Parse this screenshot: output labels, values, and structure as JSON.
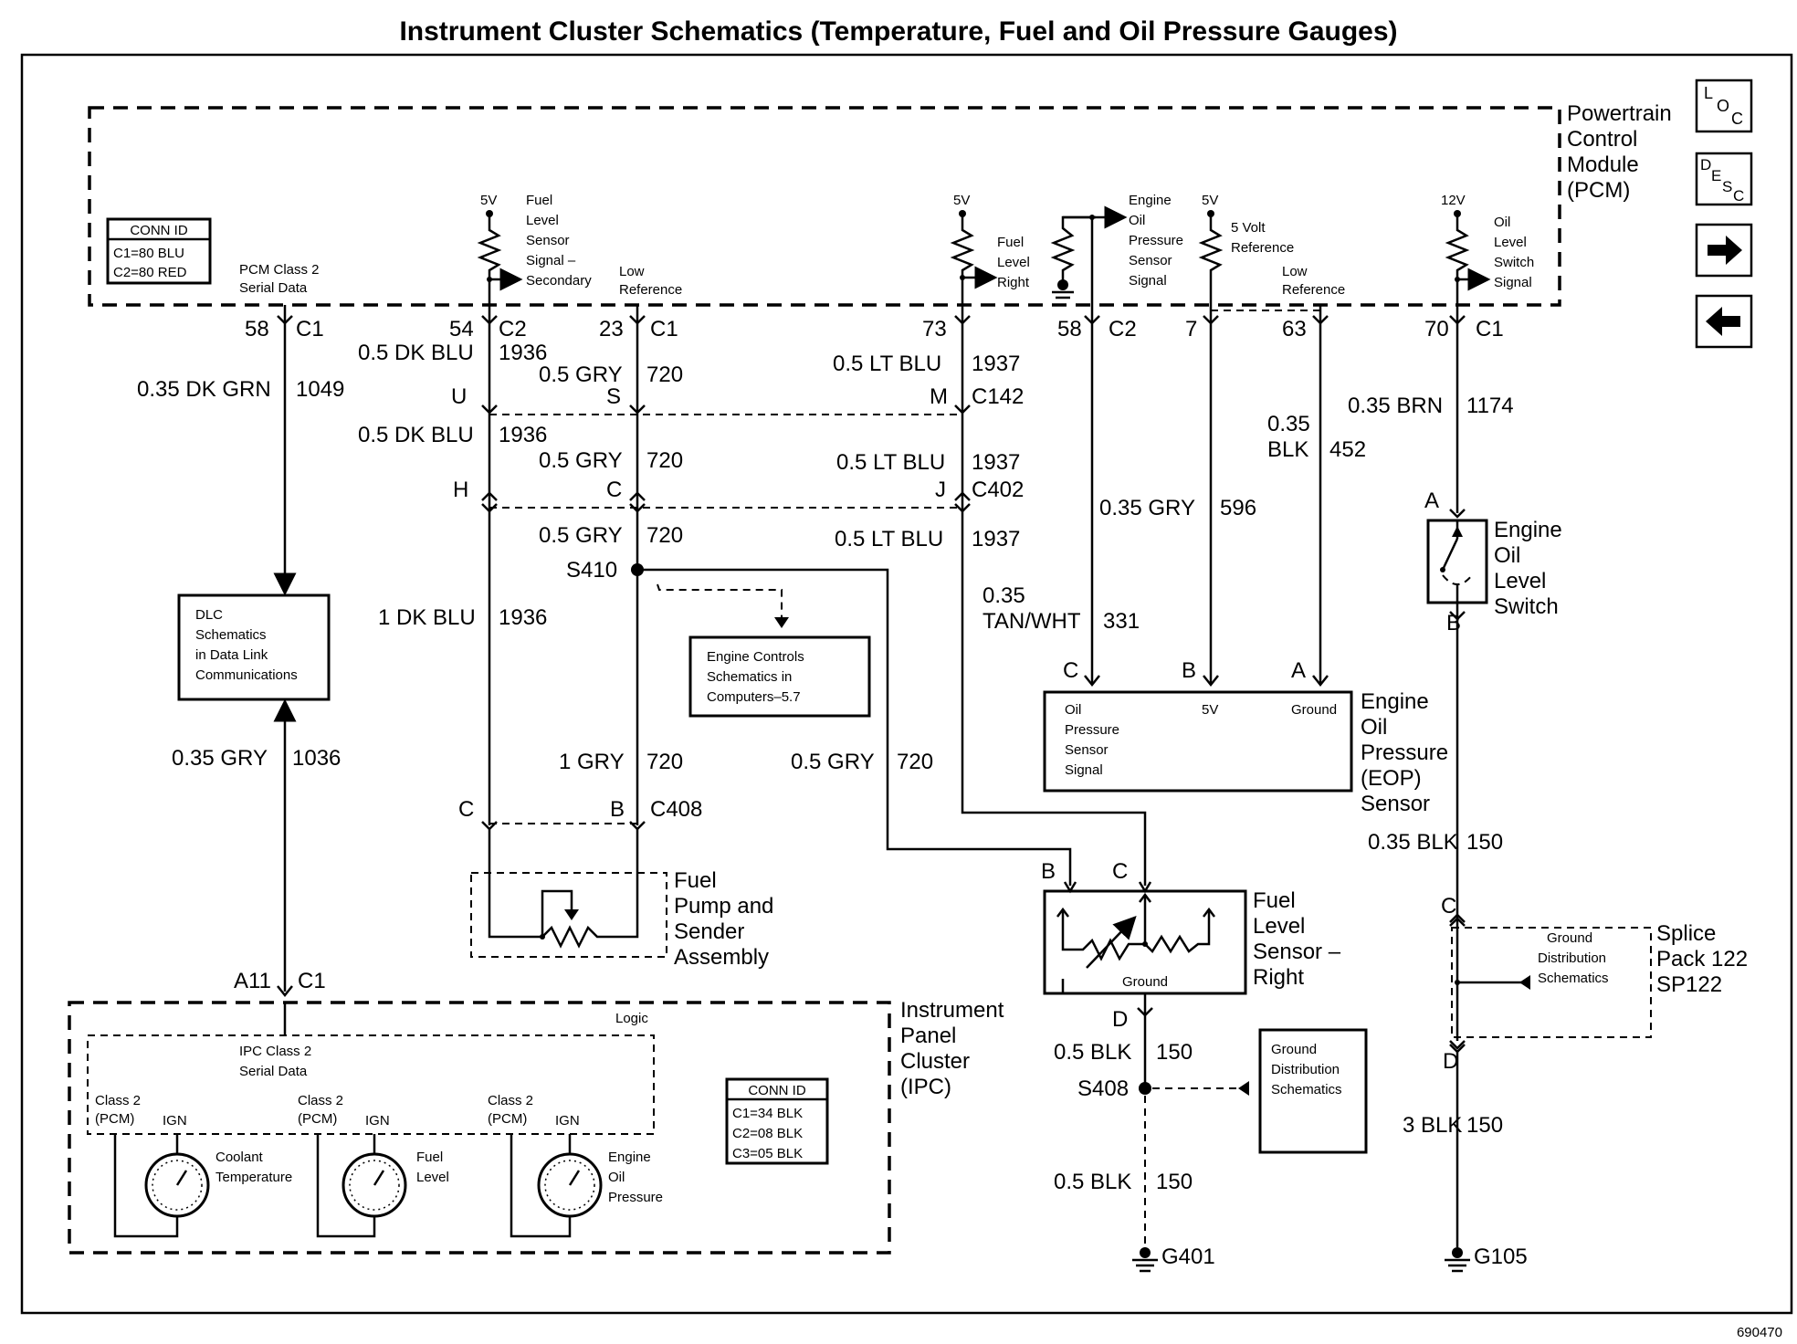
{
  "title": "Instrument Cluster Schematics (Temperature, Fuel and Oil Pressure Gauges)",
  "figure_id": "690470",
  "nav": {
    "loc": [
      "L",
      "O",
      "C"
    ],
    "desc": [
      "D",
      "E",
      "S",
      "C"
    ]
  },
  "pcm": {
    "name": [
      "Powertrain",
      "Control",
      "Module",
      "(PCM)"
    ],
    "conn_id": {
      "header": "CONN ID",
      "rows": [
        "C1=80 BLU",
        "C2=80 RED"
      ]
    },
    "serial_data": [
      "PCM Class 2",
      "Serial Data"
    ],
    "fuel_secondary": [
      "Fuel",
      "Level",
      "Sensor",
      "Signal –",
      "Secondary"
    ],
    "low_ref1": [
      "Low",
      "Reference"
    ],
    "fuel_right": [
      "Fuel",
      "Level",
      "Right"
    ],
    "eop_signal": [
      "Engine",
      "Oil",
      "Pressure",
      "Sensor",
      "Signal"
    ],
    "five_volt_ref": [
      "5 Volt",
      "Reference"
    ],
    "low_ref2": [
      "Low",
      "Reference"
    ],
    "oil_switch_signal": [
      "Oil",
      "Level",
      "Switch",
      "Signal"
    ],
    "v5a": "5V",
    "v5b": "5V",
    "v5c": "5V",
    "v12": "12V"
  },
  "pins": {
    "p58": "58",
    "p58c": "C1",
    "p54": "54",
    "p54c": "C2",
    "p23": "23",
    "p23c": "C1",
    "p73": "73",
    "p58b": "58",
    "p58bc": "C2",
    "p7": "7",
    "p63": "63",
    "p70": "70",
    "p70c": "C1"
  },
  "wires": {
    "w1049c": "0.35 DK GRN",
    "w1049n": "1049",
    "w1036c": "0.35 GRY",
    "w1036n": "1036",
    "w1936ac": "0.5 DK BLU",
    "w1936an": "1936",
    "w1936bc": "0.5 DK BLU",
    "w1936bn": "1936",
    "w1936cc": "1 DK BLU",
    "w1936cn": "1936",
    "w720ac": "0.5 GRY",
    "w720an": "720",
    "w720bc": "0.5 GRY",
    "w720bn": "720",
    "w720cc": "0.5 GRY",
    "w720cn": "720",
    "w720dc": "1 GRY",
    "w720dn": "720",
    "w720ec": "0.5 GRY",
    "w720en": "720",
    "w1937ac": "0.5 LT BLU",
    "w1937an": "1937",
    "w1937bc": "0.5 LT BLU",
    "w1937bn": "1937",
    "w1937cc": "0.5 LT BLU",
    "w1937cn": "1937",
    "w331c1": "0.35",
    "w331c2": "TAN/WHT",
    "w331n": "331",
    "w596c": "0.35 GRY",
    "w596n": "596",
    "w452c1": "0.35",
    "w452c2": "BLK",
    "w452n": "452",
    "w1174c": "0.35 BRN",
    "w1174n": "1174",
    "w150ac": "0.35 BLK",
    "w150an": "150",
    "w150bc": "0.5 BLK",
    "w150bn": "150",
    "w150cc": "0.5 BLK",
    "w150cn": "150",
    "w150dc": "3 BLK",
    "w150dn": "150"
  },
  "connectors": {
    "U": "U",
    "S": "S",
    "M": "M",
    "C142": "C142",
    "H": "H",
    "C": "C",
    "J": "J",
    "C402": "C402",
    "C408a": "C",
    "C408b": "B",
    "C408": "C408",
    "A11": "A11",
    "A11c": "C1",
    "eopC": "C",
    "eopB": "B",
    "eopA": "A",
    "flB": "B",
    "flC": "C",
    "flD": "D",
    "swA": "A",
    "swB": "B",
    "spC": "C",
    "spD": "D"
  },
  "splices": {
    "s410": "S410",
    "s408": "S408"
  },
  "grounds": {
    "g401": "G401",
    "g105": "G105"
  },
  "dlc": [
    "DLC",
    "Schematics",
    "in Data Link",
    "Communications"
  ],
  "engine_controls": [
    "Engine Controls",
    "Schematics in",
    "Computers–5.7"
  ],
  "fuel_pump": [
    "Fuel",
    "Pump and",
    "Sender",
    "Assembly"
  ],
  "eop_sensor": {
    "name": [
      "Engine",
      "Oil",
      "Pressure",
      "(EOP)",
      "Sensor"
    ],
    "pin_c": [
      "Oil",
      "Pressure",
      "Sensor",
      "Signal"
    ],
    "pin_b": "5V",
    "pin_a": "Ground"
  },
  "oil_switch": [
    "Engine",
    "Oil",
    "Level",
    "Switch"
  ],
  "fuel_level_sensor": {
    "name": [
      "Fuel",
      "Level",
      "Sensor –",
      "Right"
    ],
    "ground": "Ground"
  },
  "gnd_dist1": [
    "Ground",
    "Distribution",
    "Schematics"
  ],
  "splice_pack": {
    "name": [
      "Splice",
      "Pack 122",
      "SP122"
    ],
    "inner": [
      "Ground",
      "Distribution",
      "Schematics"
    ]
  },
  "ipc": {
    "name": [
      "Instrument",
      "Panel",
      "Cluster",
      "(IPC)"
    ],
    "logic": "Logic",
    "serial": [
      "IPC Class 2",
      "Serial Data"
    ],
    "conn_id": {
      "header": "CONN ID",
      "rows": [
        "C1=34 BLK",
        "C2=08 BLK",
        "C3=05 BLK"
      ]
    },
    "gauges": [
      {
        "class2": "Class 2",
        "pcm": "(PCM)",
        "ign": "IGN",
        "label": [
          "Coolant",
          "Temperature"
        ]
      },
      {
        "class2": "Class 2",
        "pcm": "(PCM)",
        "ign": "IGN",
        "label": [
          "Fuel",
          "Level"
        ]
      },
      {
        "class2": "Class 2",
        "pcm": "(PCM)",
        "ign": "IGN",
        "label": [
          "Engine",
          "Oil",
          "Pressure"
        ]
      }
    ]
  }
}
